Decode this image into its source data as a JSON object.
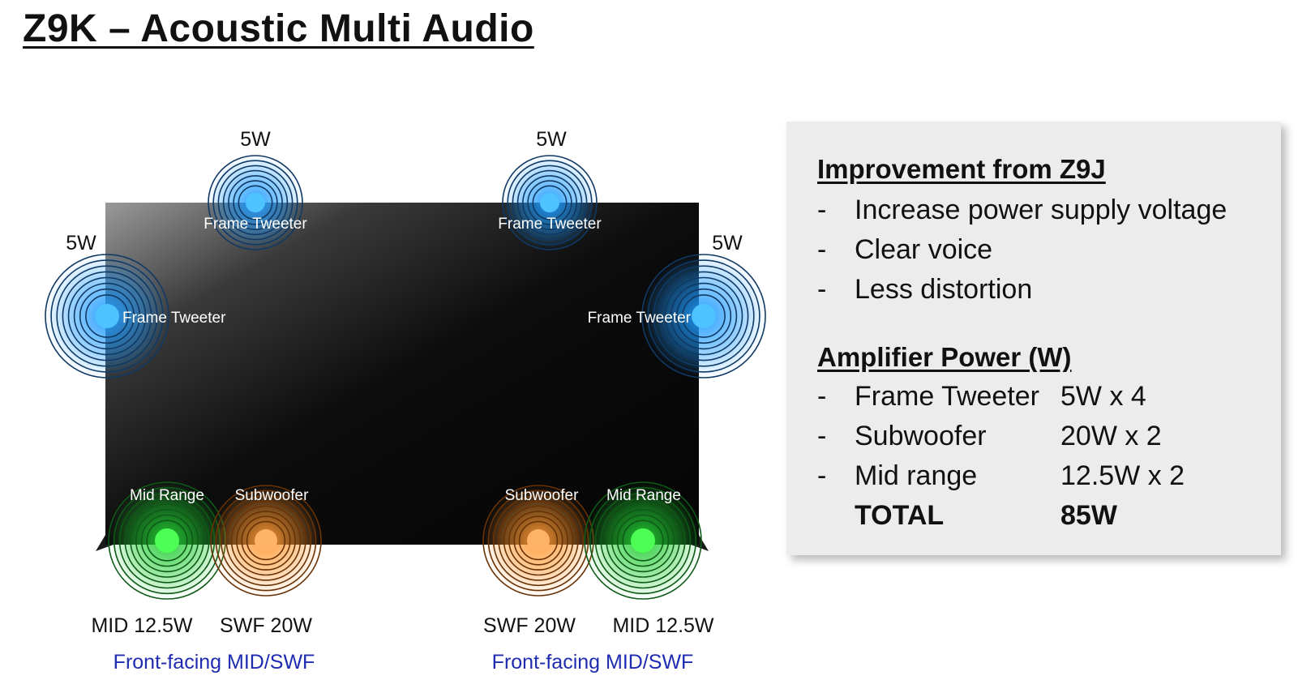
{
  "title": "Z9K – Acoustic Multi Audio",
  "speakers": [
    {
      "id": "top-left-tweeter",
      "type": "Frame Tweeter",
      "label": "Frame Tweeter",
      "power": "5W",
      "color": "blue"
    },
    {
      "id": "top-right-tweeter",
      "type": "Frame Tweeter",
      "label": "Frame Tweeter",
      "power": "5W",
      "color": "blue"
    },
    {
      "id": "left-side-tweeter",
      "type": "Frame Tweeter",
      "label": "Frame Tweeter",
      "power": "5W",
      "color": "blue"
    },
    {
      "id": "right-side-tweeter",
      "type": "Frame Tweeter",
      "label": "Frame Tweeter",
      "power": "5W",
      "color": "blue"
    },
    {
      "id": "left-mid",
      "type": "Mid Range",
      "label": "Mid Range",
      "power": "MID 12.5W",
      "color": "green"
    },
    {
      "id": "left-sub",
      "type": "Subwoofer",
      "label": "Subwoofer",
      "power": "SWF 20W",
      "color": "orange"
    },
    {
      "id": "right-sub",
      "type": "Subwoofer",
      "label": "Subwoofer",
      "power": "SWF 20W",
      "color": "orange"
    },
    {
      "id": "right-mid",
      "type": "Mid Range",
      "label": "Mid Range",
      "power": "MID 12.5W",
      "color": "green"
    }
  ],
  "front_facing_labels": [
    "Front-facing MID/SWF",
    "Front-facing MID/SWF"
  ],
  "colors": {
    "tweeter": "#1e9bff",
    "mid": "#22cc33",
    "sub": "#ff9933",
    "front_label": "#1f2bb0",
    "panel_bg": "#ececec"
  },
  "panel": {
    "improvement": {
      "heading": "Improvement from Z9J",
      "items": [
        "Increase power supply voltage",
        "Clear voice",
        "Less distortion"
      ]
    },
    "amplifier": {
      "heading": "Amplifier Power (W)",
      "rows": [
        {
          "name": "Frame Tweeter",
          "value": "5W x 4"
        },
        {
          "name": "Subwoofer",
          "value": "20W x 2"
        },
        {
          "name": "Mid range",
          "value": "12.5W x 2"
        }
      ],
      "total": {
        "name": "TOTAL",
        "value": "85W"
      }
    },
    "bullet_marker": "-"
  }
}
